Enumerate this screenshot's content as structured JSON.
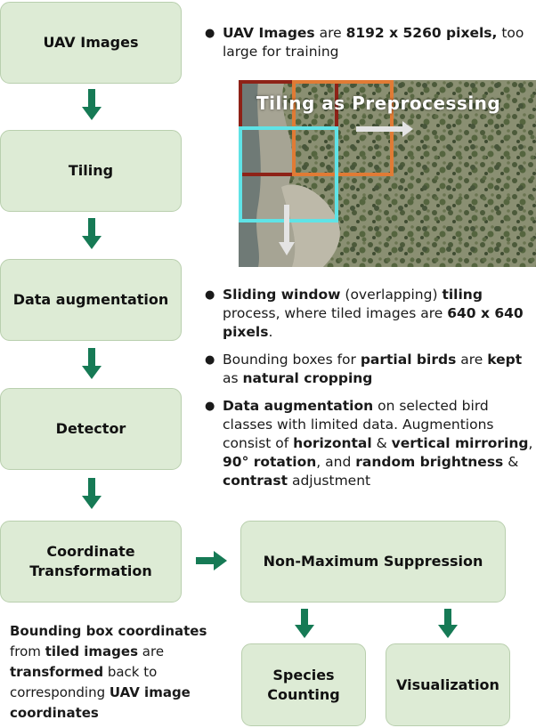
{
  "colors": {
    "box_fill": "#ddebd5",
    "box_border": "#b9cfae",
    "arrow": "#167a55"
  },
  "boxes": {
    "uav_images": "UAV Images",
    "tiling": "Tiling",
    "data_augmentation": "Data augmentation",
    "detector": "Detector",
    "coordinate_transformation": "Coordinate\nTransformation",
    "nms": "Non-Maximum Suppression",
    "species_counting": "Species\nCounting",
    "visualization": "Visualization"
  },
  "bullet_top": [
    [
      {
        "t": "UAV Images",
        "b": true
      },
      {
        "t": " are ",
        "b": false
      },
      {
        "t": "8192 x 5260 pixels,",
        "b": true
      },
      {
        "t": " too large for training",
        "b": false
      }
    ]
  ],
  "photo": {
    "title": "Tiling as Preprocessing"
  },
  "bullets_main": [
    [
      {
        "t": "Sliding window",
        "b": true
      },
      {
        "t": " (overlapping) ",
        "b": false
      },
      {
        "t": "tiling",
        "b": true
      },
      {
        "t": " process, where tiled images are ",
        "b": false
      },
      {
        "t": "640 x 640 pixels",
        "b": true
      },
      {
        "t": ".",
        "b": false
      }
    ],
    [
      {
        "t": "Bounding boxes for ",
        "b": false
      },
      {
        "t": "partial birds",
        "b": true
      },
      {
        "t": " are ",
        "b": false
      },
      {
        "t": "kept",
        "b": true
      },
      {
        "t": " as ",
        "b": false
      },
      {
        "t": "natural cropping",
        "b": true
      }
    ],
    [
      {
        "t": "Data augmentation",
        "b": true
      },
      {
        "t": " on selected bird classes with limited data. Augmentions consist of ",
        "b": false
      },
      {
        "t": "horizontal",
        "b": true
      },
      {
        "t": " & ",
        "b": false
      },
      {
        "t": "vertical mirroring",
        "b": true
      },
      {
        "t": ",  ",
        "b": false
      },
      {
        "t": "90° rotation",
        "b": true
      },
      {
        "t": ", and ",
        "b": false
      },
      {
        "t": "random brightness",
        "b": true
      },
      {
        "t": " & ",
        "b": false
      },
      {
        "t": "contrast",
        "b": true
      },
      {
        "t": " adjustment",
        "b": false
      }
    ]
  ],
  "note": [
    {
      "t": "Bounding box coordinates",
      "b": true
    },
    {
      "t": " from ",
      "b": false
    },
    {
      "t": "tiled images",
      "b": true
    },
    {
      "t": " are ",
      "b": false
    },
    {
      "t": "transformed",
      "b": true
    },
    {
      "t": " back to corresponding ",
      "b": false
    },
    {
      "t": "UAV image coordinates",
      "b": true
    }
  ]
}
